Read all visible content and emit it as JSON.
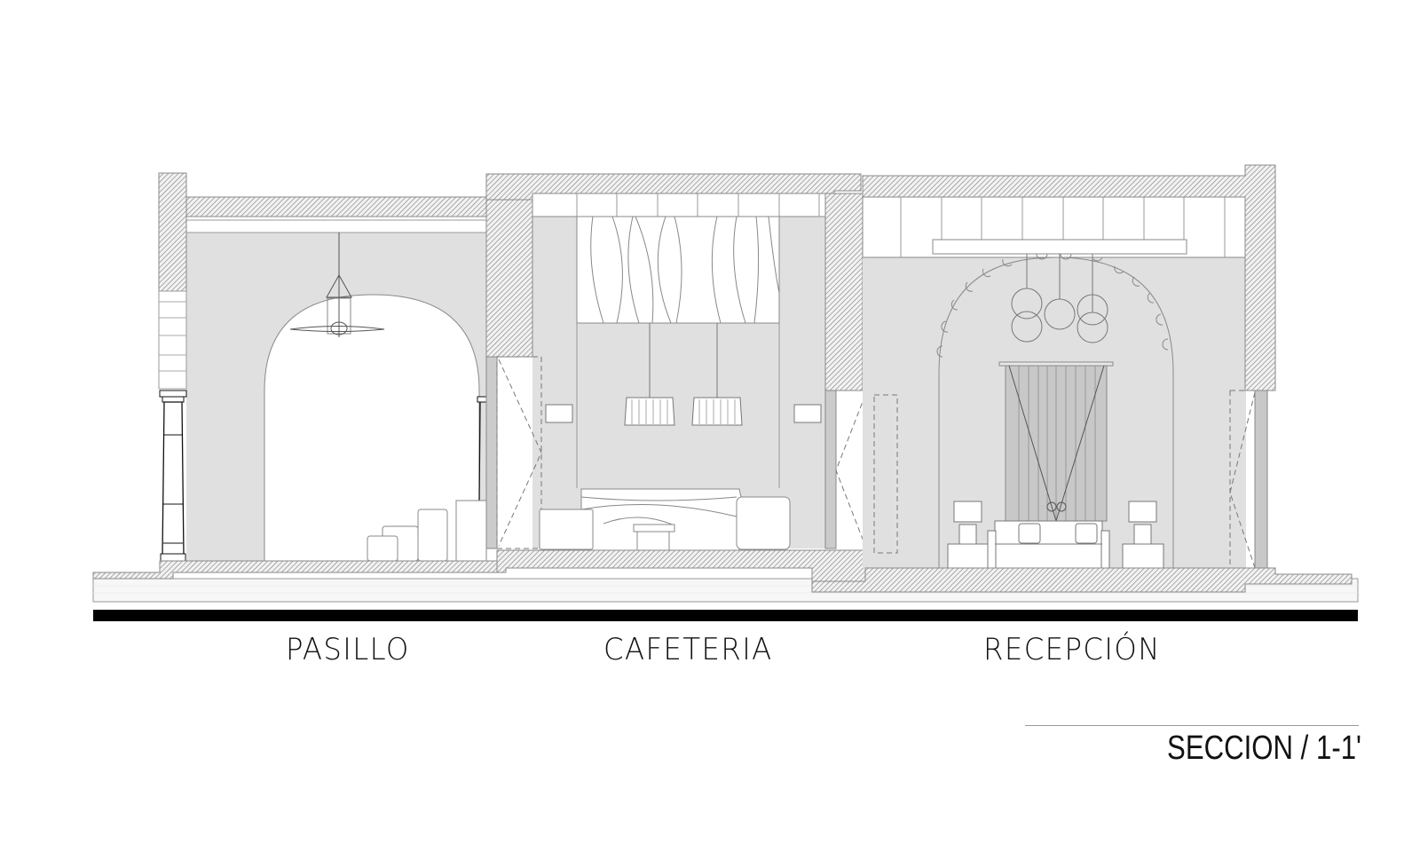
{
  "drawing": {
    "type": "architectural-section",
    "title": "SECCION / 1-1'",
    "rooms": [
      {
        "label": "PASILLO"
      },
      {
        "label": "CAFETERIA"
      },
      {
        "label": "RECEPCIÓN"
      }
    ],
    "colors": {
      "wall_fill": "#e0e0e0",
      "hatch": "#8a8a8a",
      "line": "#7a7a7a",
      "floor_band": "#000000",
      "door_fill": "#c8c8c8"
    },
    "elements": [
      "ceiling-fan-lantern",
      "arch-opening",
      "columns",
      "wavy-wall-panel",
      "drum-pendant-lamps",
      "wall-sconces",
      "sofa",
      "armchairs",
      "coffee-table",
      "globe-pendant-lamps",
      "scalloped-arch",
      "double-wooden-door",
      "table-lamps",
      "nightstands",
      "doors-dashed-swing"
    ]
  }
}
